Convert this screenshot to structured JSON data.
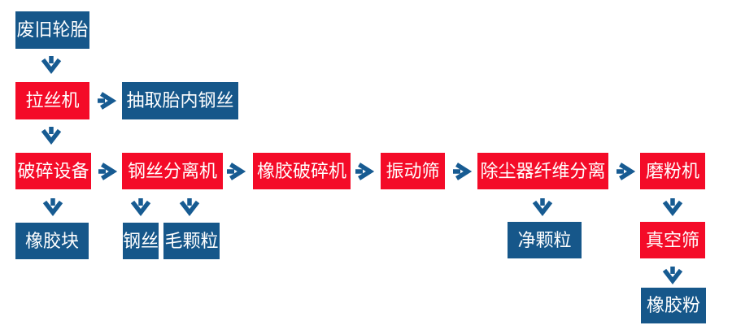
{
  "diagram": {
    "type": "flowchart",
    "colors": {
      "process_box": "#f40b28",
      "output_box": "#16578a",
      "arrow": "#175b92",
      "text": "#ffffff",
      "background": "#ffffff"
    },
    "nodes": {
      "waste_tires": {
        "label": "废旧轮胎",
        "kind": "material"
      },
      "wire_drawing_machine": {
        "label": "拉丝机",
        "kind": "process"
      },
      "extract_tire_steel_wire": {
        "label": "抽取胎内钢丝",
        "kind": "material"
      },
      "crushing_equipment": {
        "label": "破碎设备",
        "kind": "process"
      },
      "steel_wire_separator": {
        "label": "钢丝分离机",
        "kind": "process"
      },
      "rubber_crusher": {
        "label": "橡胶破碎机",
        "kind": "process"
      },
      "vibrating_screen": {
        "label": "振动筛",
        "kind": "process"
      },
      "dust_collector_fiber_separation": {
        "label": "除尘器纤维分离",
        "kind": "process"
      },
      "grinding_machine": {
        "label": "磨粉机",
        "kind": "process"
      },
      "rubber_blocks": {
        "label": "橡胶块",
        "kind": "material"
      },
      "steel_wire": {
        "label": "钢丝",
        "kind": "material"
      },
      "coarse_granules": {
        "label": "毛颗粒",
        "kind": "material"
      },
      "clean_granules": {
        "label": "净颗粒",
        "kind": "material"
      },
      "vacuum_screen": {
        "label": "真空筛",
        "kind": "process"
      },
      "rubber_powder": {
        "label": "橡胶粉",
        "kind": "material"
      }
    },
    "edges": [
      {
        "from": "waste_tires",
        "to": "wire_drawing_machine",
        "direction": "down"
      },
      {
        "from": "wire_drawing_machine",
        "to": "extract_tire_steel_wire",
        "direction": "right"
      },
      {
        "from": "wire_drawing_machine",
        "to": "crushing_equipment",
        "direction": "down"
      },
      {
        "from": "crushing_equipment",
        "to": "steel_wire_separator",
        "direction": "right"
      },
      {
        "from": "crushing_equipment",
        "to": "rubber_blocks",
        "direction": "down"
      },
      {
        "from": "steel_wire_separator",
        "to": "rubber_crusher",
        "direction": "right"
      },
      {
        "from": "steel_wire_separator",
        "to": "steel_wire",
        "direction": "down"
      },
      {
        "from": "steel_wire_separator",
        "to": "coarse_granules",
        "direction": "down"
      },
      {
        "from": "rubber_crusher",
        "to": "vibrating_screen",
        "direction": "right"
      },
      {
        "from": "vibrating_screen",
        "to": "dust_collector_fiber_separation",
        "direction": "right"
      },
      {
        "from": "dust_collector_fiber_separation",
        "to": "grinding_machine",
        "direction": "right"
      },
      {
        "from": "dust_collector_fiber_separation",
        "to": "clean_granules",
        "direction": "down"
      },
      {
        "from": "grinding_machine",
        "to": "vacuum_screen",
        "direction": "down"
      },
      {
        "from": "vacuum_screen",
        "to": "rubber_powder",
        "direction": "down"
      }
    ]
  }
}
